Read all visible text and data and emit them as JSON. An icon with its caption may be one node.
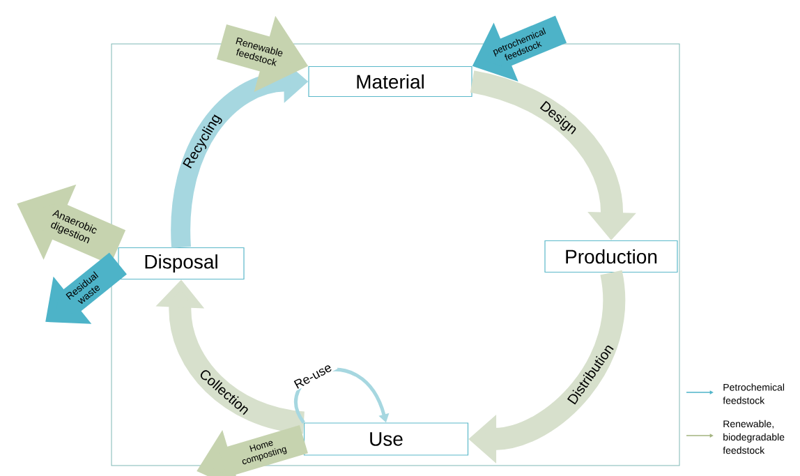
{
  "diagram": {
    "nodes": [
      {
        "text": [
          "Material"
        ]
      },
      {
        "text": [
          "Production"
        ]
      },
      {
        "text": [
          "Use"
        ]
      },
      {
        "text": [
          "Disposal"
        ]
      }
    ],
    "edges": [
      {
        "from": 0,
        "to": 1,
        "arrow": "to",
        "label": "Design",
        "color": "#d7e0cc"
      },
      {
        "from": 1,
        "to": 2,
        "arrow": "to",
        "label": "Distribution",
        "color": "#d7e0cc"
      },
      {
        "from": 2,
        "to": 3,
        "arrow": "to",
        "label": "Collection",
        "color": "#d7e0cc"
      },
      {
        "from": 3,
        "to": 0,
        "arrow": "to",
        "label": "Recycling",
        "color": "#a6d7e0"
      },
      {
        "from": 2,
        "to": 2,
        "arrow": "to",
        "label": "Re-use",
        "color": "#a6d7e0"
      },
      {
        "from": null,
        "to": 0,
        "arrow": "to",
        "label": "Renewable feedstock",
        "color": "#c6d3af"
      },
      {
        "from": null,
        "to": 0,
        "arrow": "to",
        "label": "petrochemical feedstock",
        "color": "#4db3c8"
      },
      {
        "from": 3,
        "to": null,
        "arrow": "to",
        "label": "Anaerobic digestion",
        "color": "#c6d3af"
      },
      {
        "from": 3,
        "to": null,
        "arrow": "to",
        "label": "Residual waste",
        "color": "#4db3c8"
      },
      {
        "from": 2,
        "to": null,
        "arrow": "to",
        "label": "Home composting",
        "color": "#c6d3af"
      }
    ],
    "legend": [
      {
        "text": "Petrochemical feedstock"
      },
      {
        "text": "Renewable, biodegradable feedstock"
      }
    ]
  }
}
